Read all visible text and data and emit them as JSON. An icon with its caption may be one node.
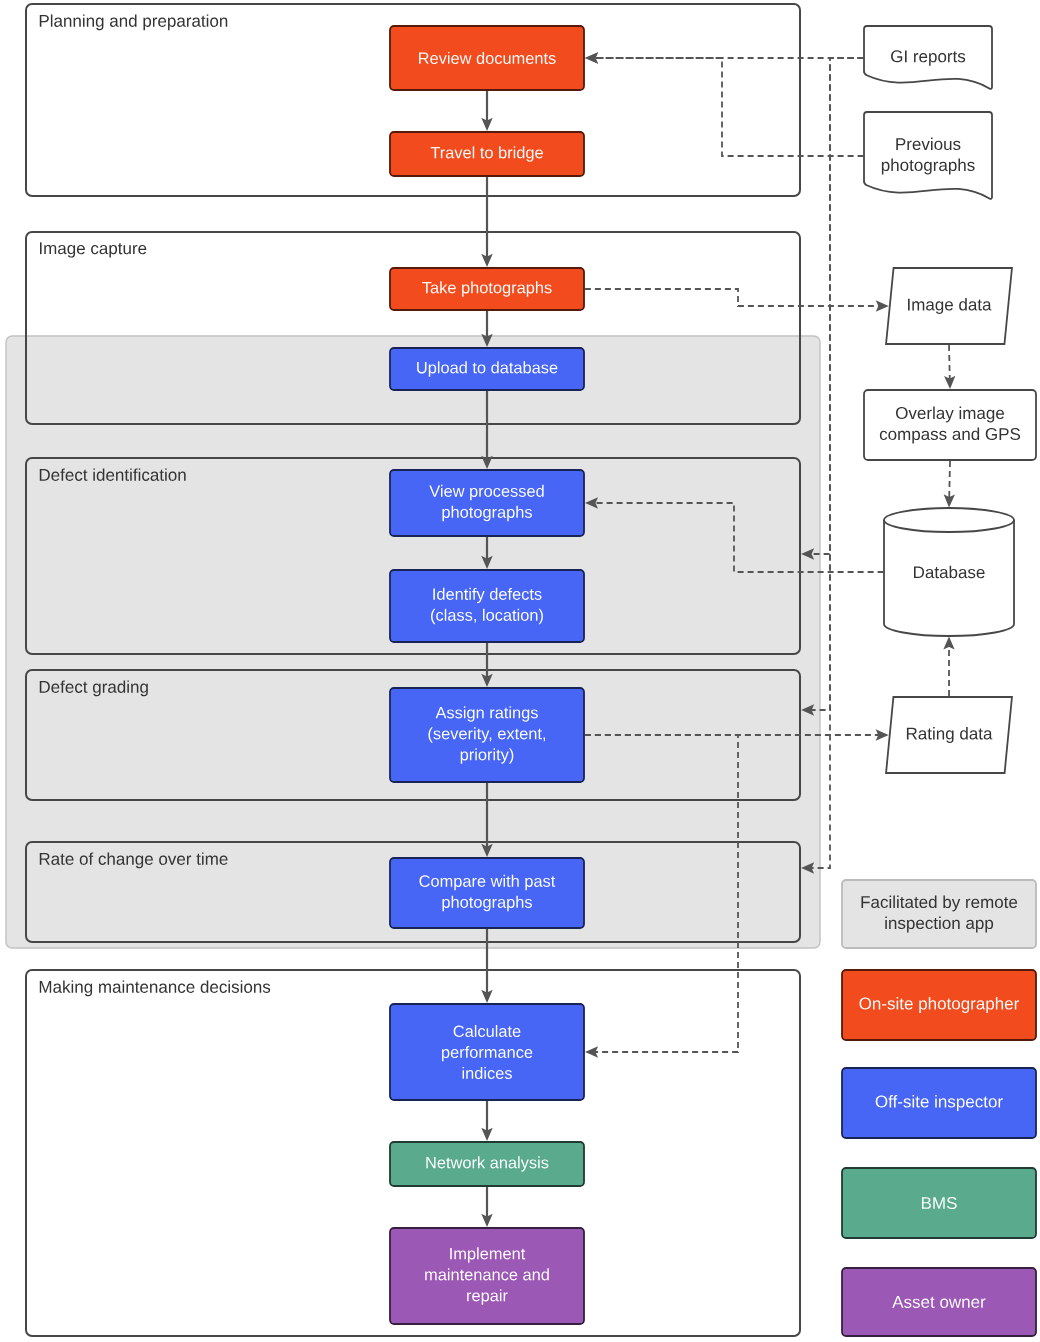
{
  "diagram": {
    "nodes": [
      {
        "text": [
          "Planning and preparation"
        ]
      },
      {
        "text": [
          "Review documents"
        ],
        "in": 0
      },
      {
        "text": [
          "Travel to bridge"
        ],
        "in": 0
      },
      {
        "text": [
          "Image capture"
        ]
      },
      {
        "text": [
          "Take photographs"
        ],
        "in": 3
      },
      {
        "text": [
          "Upload to database"
        ],
        "in": 3
      },
      {
        "text": [
          "Defect identification"
        ]
      },
      {
        "text": [
          "View processed photographs"
        ],
        "in": 6
      },
      {
        "text": [
          "Identify defects (class, location)"
        ],
        "in": 6
      },
      {
        "text": [
          "Defect grading"
        ]
      },
      {
        "text": [
          "Assign ratings (severity, extent, priority)"
        ],
        "in": 9
      },
      {
        "text": [
          "Rate of change over time"
        ]
      },
      {
        "text": [
          "Compare with past photographs"
        ],
        "in": 11
      },
      {
        "text": [
          "Making maintenance decisions"
        ]
      },
      {
        "text": [
          "Calculate performance indices"
        ],
        "in": 13
      },
      {
        "text": [
          "Network analysis"
        ],
        "in": 13
      },
      {
        "text": [
          "Implement maintenance and repair"
        ],
        "in": 13
      },
      {
        "text": [
          "GI reports"
        ]
      },
      {
        "text": [
          "Previous photographs"
        ]
      },
      {
        "text": [
          "Image data"
        ]
      },
      {
        "text": [
          "Overlay image compass and GPS"
        ]
      },
      {
        "text": [
          "Database"
        ]
      },
      {
        "text": [
          "Rating data"
        ]
      }
    ],
    "edges": [
      {
        "from": 1,
        "to": 2,
        "arrow": "to"
      },
      {
        "from": 2,
        "to": 4,
        "arrow": "to"
      },
      {
        "from": 4,
        "to": 5,
        "arrow": "to"
      },
      {
        "from": 5,
        "to": 7,
        "arrow": "to"
      },
      {
        "from": 7,
        "to": 8,
        "arrow": "to"
      },
      {
        "from": 8,
        "to": 10,
        "arrow": "to"
      },
      {
        "from": 10,
        "to": 12,
        "arrow": "to"
      },
      {
        "from": 12,
        "to": 14,
        "arrow": "to"
      },
      {
        "from": 14,
        "to": 15,
        "arrow": "to"
      },
      {
        "from": 15,
        "to": 16,
        "arrow": "to"
      },
      {
        "from": 17,
        "to": 1,
        "arrow": "to",
        "style": "dashed"
      },
      {
        "from": 18,
        "to": 1,
        "arrow": "to",
        "style": "dashed"
      },
      {
        "from": 17,
        "to": 6,
        "arrow": "to",
        "style": "dashed"
      },
      {
        "from": 17,
        "to": 9,
        "arrow": "to",
        "style": "dashed"
      },
      {
        "from": 17,
        "to": 11,
        "arrow": "to",
        "style": "dashed"
      },
      {
        "from": 4,
        "to": 19,
        "arrow": "to",
        "style": "dashed"
      },
      {
        "from": 19,
        "to": 20,
        "arrow": "to",
        "style": "dashed"
      },
      {
        "from": 20,
        "to": 21,
        "arrow": "to",
        "style": "dashed"
      },
      {
        "from": 21,
        "to": 7,
        "arrow": "to",
        "style": "dashed"
      },
      {
        "from": 22,
        "to": 21,
        "arrow": "to",
        "style": "dashed"
      },
      {
        "from": 10,
        "to": 22,
        "arrow": "to",
        "style": "dashed"
      },
      {
        "from": 10,
        "to": 14,
        "arrow": "to",
        "style": "dashed"
      }
    ],
    "legend": [
      {
        "text": "Facilitated by remote inspection app",
        "color": "#e4e4e4"
      },
      {
        "text": "On-site photographer",
        "color": "#f24b1d"
      },
      {
        "text": "Off-site inspector",
        "color": "#4766f5"
      },
      {
        "text": "BMS",
        "color": "#5aab8e"
      },
      {
        "text": "Asset owner",
        "color": "#9b58b5"
      }
    ]
  }
}
